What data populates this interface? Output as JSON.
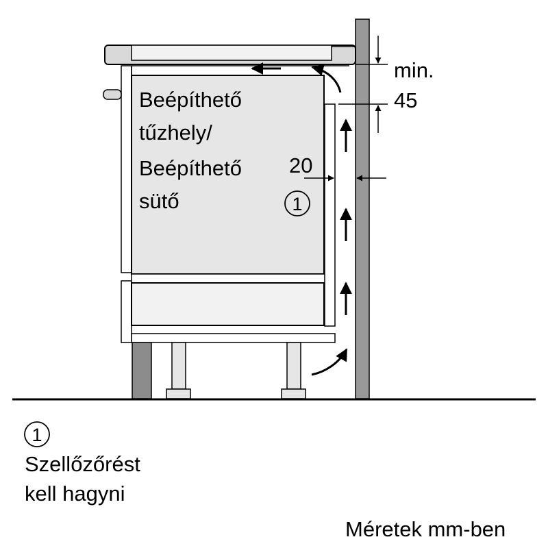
{
  "appliance_label": [
    "Beépíthető",
    "tűzhely/",
    "Beépíthető",
    "sütő"
  ],
  "min_label": "min.",
  "min_value": "45",
  "gap_value": "20",
  "callout_number": "1",
  "legend": {
    "number": "1",
    "lines": [
      "Szellőzőrést",
      "kell hagyni"
    ]
  },
  "units_note": "Méretek mm-ben",
  "colors": {
    "wall": "#999999",
    "appliance_front": "#e6e6e6",
    "cabinet_side": "#8c8c8c",
    "hob": "#d9d9d9"
  }
}
